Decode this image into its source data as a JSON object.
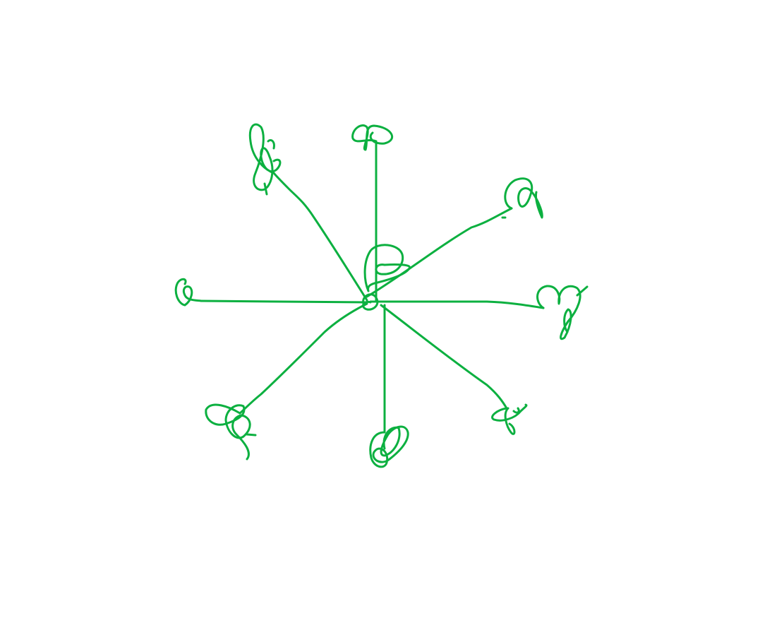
{
  "drawing": {
    "stroke_color": "#0cb040",
    "background_color": "#ffffff",
    "spoke_count": 8,
    "spokes": [
      {
        "direction": "north"
      },
      {
        "direction": "north-east"
      },
      {
        "direction": "east"
      },
      {
        "direction": "south-east"
      },
      {
        "direction": "south"
      },
      {
        "direction": "south-west"
      },
      {
        "direction": "west"
      },
      {
        "direction": "north-west"
      }
    ]
  }
}
